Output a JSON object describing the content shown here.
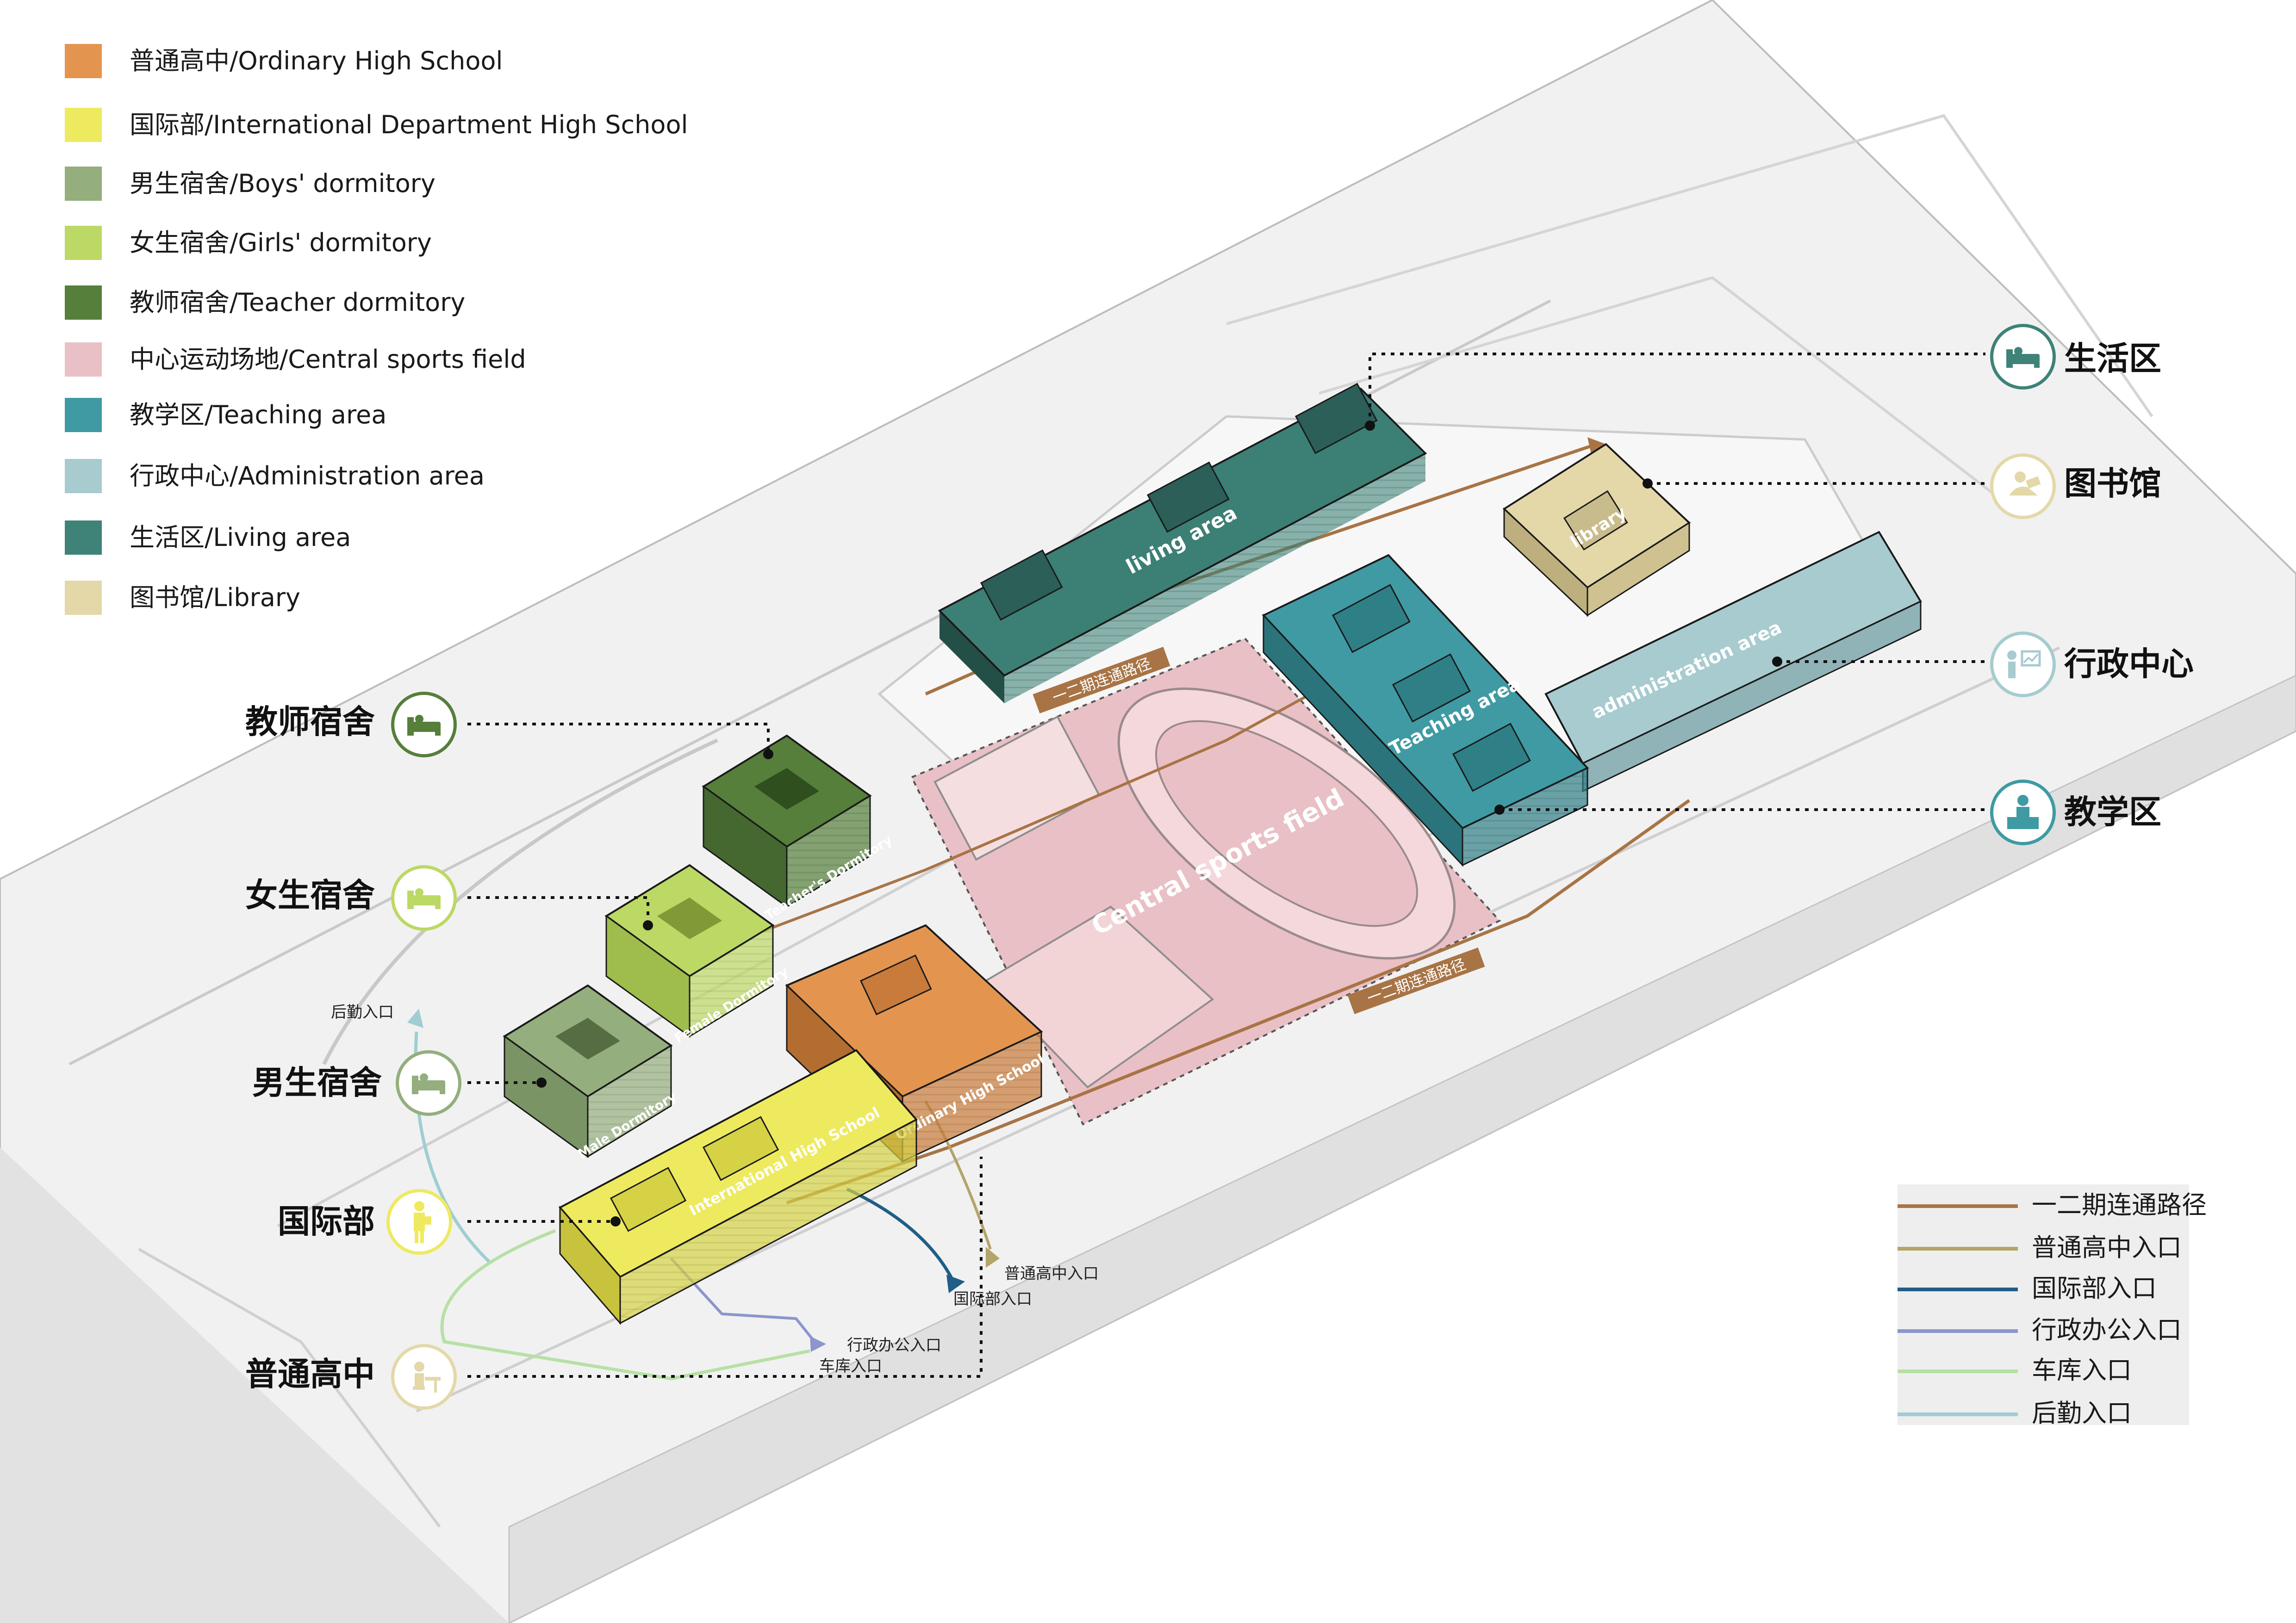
{
  "colors": {
    "ordinary": "#e3954f",
    "international": "#eeea5f",
    "boys": "#94ae7e",
    "girls": "#bcd865",
    "teacher": "#557f3a",
    "sports": "#e9c0c5",
    "teaching": "#3f9aa3",
    "admin": "#a7cbcf",
    "living": "#3e8278",
    "library": "#e4d8a9"
  },
  "legend": [
    {
      "color": "#e3954f",
      "label": "普通高中/Ordinary High School"
    },
    {
      "color": "#eeea5f",
      "label": "国际部/International Department High School"
    },
    {
      "color": "#94ae7e",
      "label": "男生宿舍/Boys' dormitory"
    },
    {
      "color": "#bcd865",
      "label": "女生宿舍/Girls' dormitory"
    },
    {
      "color": "#557f3a",
      "label": "教师宿舍/Teacher dormitory"
    },
    {
      "color": "#e9c0c5",
      "label": "中心运动场地/Central sports field"
    },
    {
      "color": "#3f9aa3",
      "label": "教学区/Teaching area"
    },
    {
      "color": "#a7cbcf",
      "label": "行政中心/Administration area"
    },
    {
      "color": "#3e8278",
      "label": "生活区/Living area"
    },
    {
      "color": "#e4d8a9",
      "label": "图书馆/Library"
    }
  ],
  "callouts": {
    "living": {
      "label": "生活区",
      "icon": "bed-icon",
      "color": "#3e8278"
    },
    "library": {
      "label": "图书馆",
      "icon": "reader-icon",
      "color": "#e4d8a9"
    },
    "admin": {
      "label": "行政中心",
      "icon": "presentation-icon",
      "color": "#a7cbcf"
    },
    "teaching": {
      "label": "教学区",
      "icon": "teacher-desk-icon",
      "color": "#3f9aa3"
    },
    "teacher_dorm": {
      "label": "教师宿舍",
      "icon": "bed-icon",
      "color": "#557f3a"
    },
    "girls_dorm": {
      "label": "女生宿舍",
      "icon": "bed-icon",
      "color": "#bcd865"
    },
    "boys_dorm": {
      "label": "男生宿舍",
      "icon": "bed-icon",
      "color": "#94ae7e"
    },
    "international": {
      "label": "国际部",
      "icon": "student-icon",
      "color": "#eeea5f"
    },
    "ordinary": {
      "label": "普通高中",
      "icon": "student-desk-icon",
      "color": "#e4d8a9"
    }
  },
  "buildings": {
    "living": "living area",
    "library": "library",
    "teaching": "Teaching area",
    "admin": "administration area",
    "teacher": "Teacher's Dormitory",
    "female": "Female Dormitory",
    "male": "Male Dormitory",
    "ordinary": "Ordinary High School",
    "international": "International High School",
    "field": "Central sports field"
  },
  "paths": {
    "phase_link_1": "一二期连通路径",
    "phase_link_2": "一二期连通路径"
  },
  "entrances": {
    "logistics": "后勤入口",
    "ordinary": "普通高中入口",
    "international": "国际部入口",
    "admin": "行政办公入口",
    "garage": "车库入口"
  },
  "route_legend": [
    {
      "color": "#a87445",
      "label": "一二期连通路径"
    },
    {
      "color": "#b3a468",
      "label": "普通高中入口"
    },
    {
      "color": "#1f5e86",
      "label": "国际部入口"
    },
    {
      "color": "#8c95cc",
      "label": "行政办公入口"
    },
    {
      "color": "#b7e0a6",
      "label": "车库入口"
    },
    {
      "color": "#9fcdd2",
      "label": "后勤入口"
    }
  ]
}
